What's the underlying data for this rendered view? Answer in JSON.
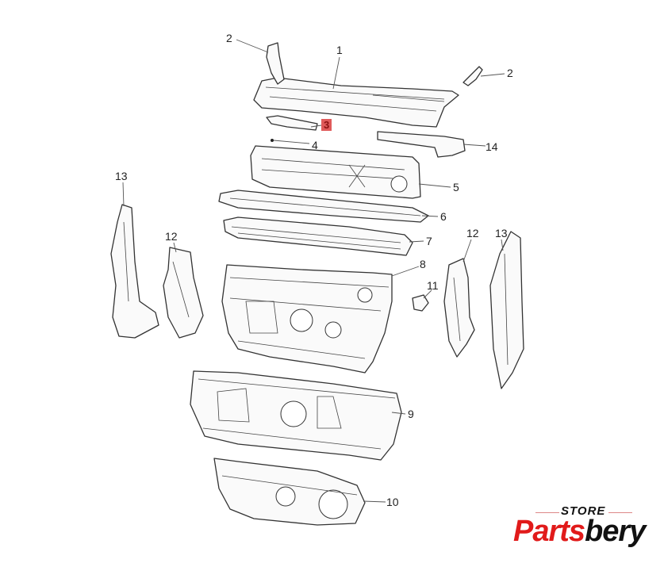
{
  "callouts": {
    "c1": "1",
    "c2a": "2",
    "c2b": "2",
    "c3": "3",
    "c4": "4",
    "c5": "5",
    "c6": "6",
    "c7": "7",
    "c8": "8",
    "c9": "9",
    "c10": "10",
    "c11": "11",
    "c12a": "12",
    "c12b": "12",
    "c13a": "13",
    "c13b": "13",
    "c14": "14"
  },
  "highlighted_callout": "3",
  "colors": {
    "highlight": "#e05a5a",
    "brand_red": "#e11a1a",
    "brand_dark": "#111111"
  },
  "logo": {
    "store": "STORE",
    "brand_part1": "Parts",
    "brand_part2": "bery"
  }
}
